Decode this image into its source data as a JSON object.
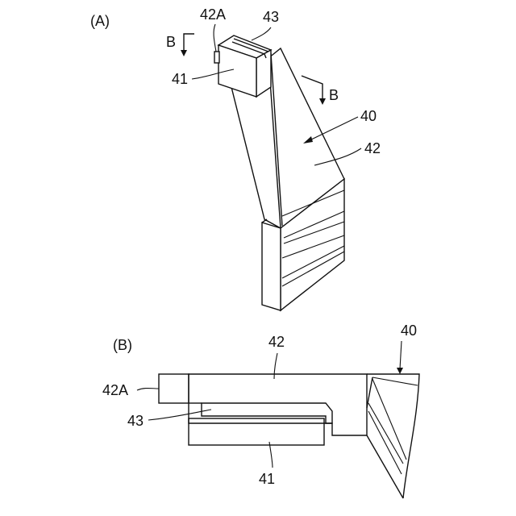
{
  "figure": {
    "panel_a": {
      "tag": "(A)",
      "labels": {
        "l42a": "42A",
        "l43": "43",
        "l41": "41",
        "l40": "40",
        "l42": "42",
        "section_left": "B",
        "section_right": "B"
      }
    },
    "panel_b": {
      "tag": "(B)",
      "labels": {
        "l42": "42",
        "l40": "40",
        "l42a": "42A",
        "l43": "43",
        "l41": "41"
      }
    }
  }
}
